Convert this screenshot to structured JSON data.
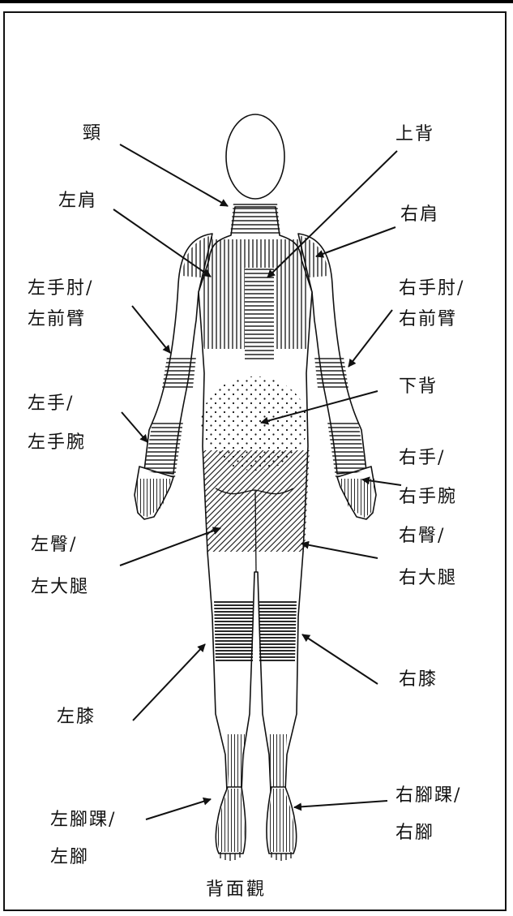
{
  "figure": {
    "caption": "背面觀",
    "regions": [
      {
        "id": "neck",
        "lines": [
          "頸"
        ]
      },
      {
        "id": "upper-back",
        "lines": [
          "上背"
        ]
      },
      {
        "id": "left-shoulder",
        "lines": [
          "左肩"
        ]
      },
      {
        "id": "right-shoulder",
        "lines": [
          "右肩"
        ]
      },
      {
        "id": "left-elbow-forearm",
        "lines": [
          "左手肘/",
          "左前臂"
        ]
      },
      {
        "id": "right-elbow-forearm",
        "lines": [
          "右手肘/",
          "右前臂"
        ]
      },
      {
        "id": "lower-back",
        "lines": [
          "下背"
        ]
      },
      {
        "id": "left-hand-wrist",
        "lines": [
          "左手/",
          "左手腕"
        ]
      },
      {
        "id": "right-hand-wrist",
        "lines": [
          "右手/",
          "右手腕"
        ]
      },
      {
        "id": "left-buttock-thigh",
        "lines": [
          "左臀/",
          "左大腿"
        ]
      },
      {
        "id": "right-buttock-thigh",
        "lines": [
          "右臀/",
          "右大腿"
        ]
      },
      {
        "id": "left-knee",
        "lines": [
          "左膝"
        ]
      },
      {
        "id": "right-knee",
        "lines": [
          "右膝"
        ]
      },
      {
        "id": "left-ankle-foot",
        "lines": [
          "左腳踝/",
          "左腳"
        ]
      },
      {
        "id": "right-ankle-foot",
        "lines": [
          "右腳踝/",
          "右腳"
        ]
      }
    ]
  },
  "colors": {
    "ink": "#111111",
    "background": "#ffffff"
  }
}
